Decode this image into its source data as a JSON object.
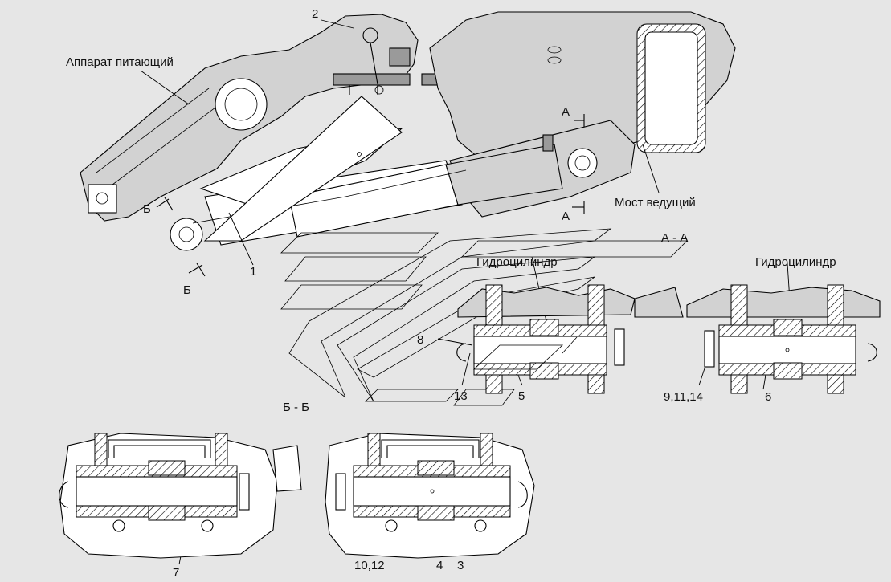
{
  "labels": {
    "feeder": "Аппарат питающий",
    "axle": "Мост ведущий",
    "cylinder_left": "Гидроцилиндр",
    "cylinder_right": "Гидроцилиндр",
    "section_aa_title": "А - А",
    "section_bb_title": "Б - Б",
    "mark_a_top": "А",
    "mark_a_bottom": "А",
    "mark_b_top": "Б",
    "mark_b_bottom": "Б"
  },
  "callouts": {
    "n1": "1",
    "n2": "2",
    "n3": "3",
    "n4": "4",
    "n5": "5",
    "n6": "6",
    "n7": "7",
    "n8": "8",
    "n9_11_14": "9,11,14",
    "n10_12": "10,12",
    "n13": "13"
  },
  "colors": {
    "background": "#e6e6e6",
    "part_fill": "#ffffff",
    "body_fill": "#d2d2d2",
    "line": "#000000"
  }
}
